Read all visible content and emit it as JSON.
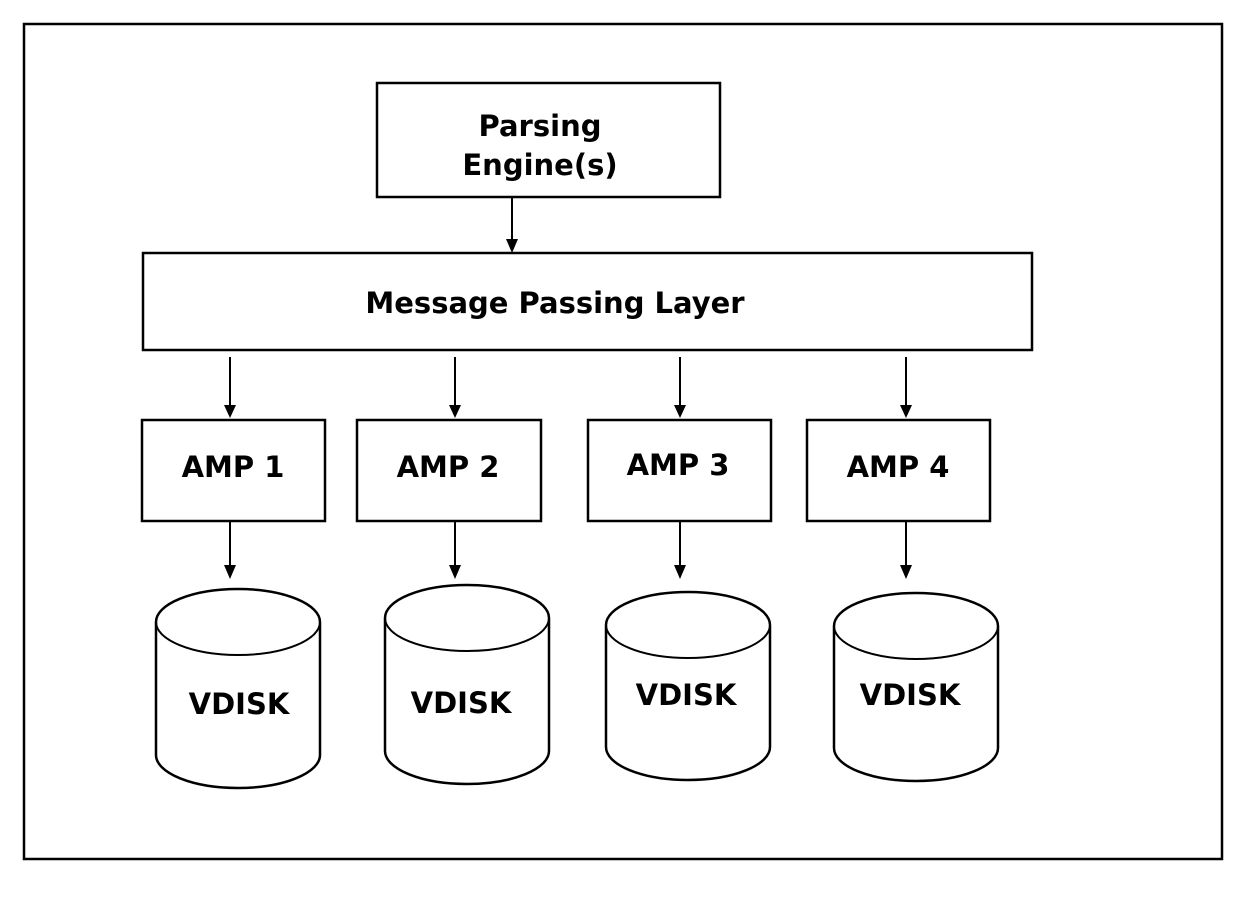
{
  "diagram": {
    "parsing_engine": {
      "line1": "Parsing",
      "line2": "Engine(s)"
    },
    "message_layer": {
      "label": "Message Passing Layer"
    },
    "amps": [
      {
        "label": "AMP 1"
      },
      {
        "label": "AMP 2"
      },
      {
        "label": "AMP 3"
      },
      {
        "label": "AMP 4"
      }
    ],
    "vdisks": [
      {
        "label": "VDISK"
      },
      {
        "label": "VDISK"
      },
      {
        "label": "VDISK"
      },
      {
        "label": "VDISK"
      }
    ]
  }
}
